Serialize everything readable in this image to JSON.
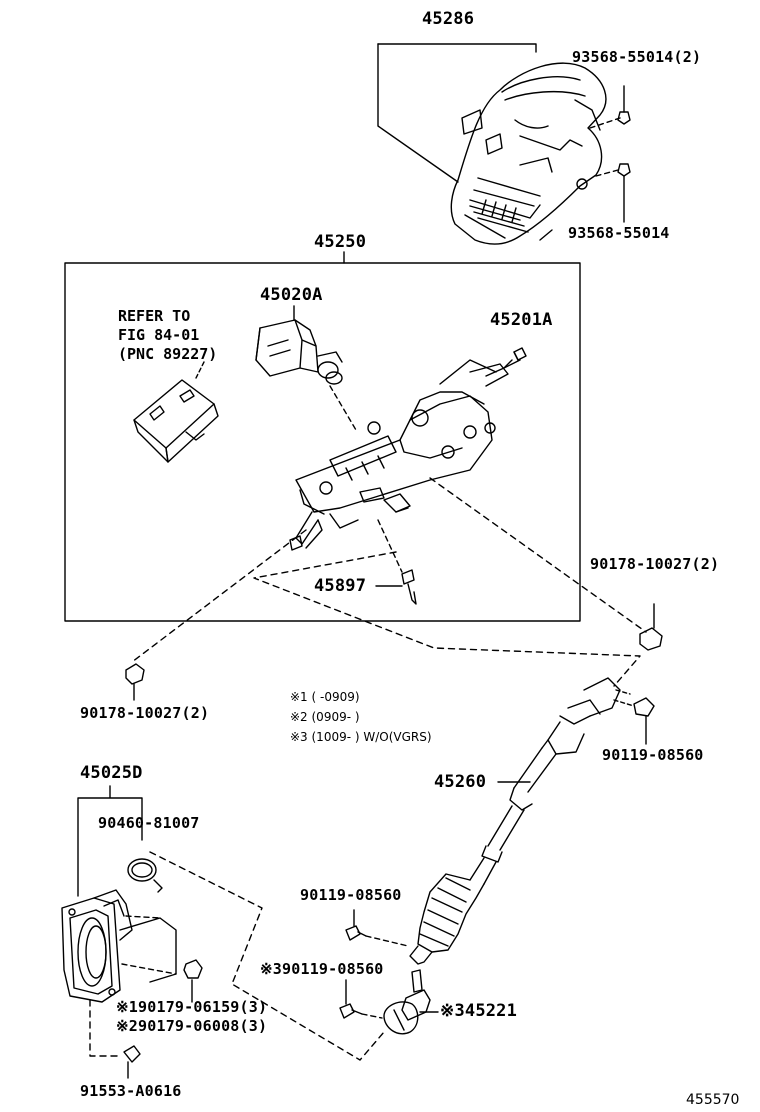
{
  "parts": {
    "p45286": "45286",
    "p93568_55014_2": "93568-55014(2)",
    "p93568_55014": "93568-55014",
    "p45250": "45250",
    "p45020A": "45020A",
    "p45201A": "45201A",
    "p45897": "45897",
    "p90178_right": "90178-10027(2)",
    "p90178_left": "90178-10027(2)",
    "p90119_right": "90119-08560",
    "p45260": "45260",
    "p45025D": "45025D",
    "p90460": "90460-81007",
    "p90119_mid": "90119-08560",
    "p90119_x3": "※390119-08560",
    "p45221": "※345221",
    "p90179_1": "※190179-06159(3)",
    "p90179_2": "※290179-06008(3)",
    "p91553": "91553-A0616"
  },
  "reference": {
    "line1": "REFER TO",
    "line2": "FIG 84-01",
    "line3": "(PNC 89227)"
  },
  "notes": {
    "n1": "※1 (      -0909)",
    "n2": "※2 (0909-      )",
    "n3": "※3 (1009-      ) W/O(VGRS)"
  },
  "diagram_code": "455570"
}
